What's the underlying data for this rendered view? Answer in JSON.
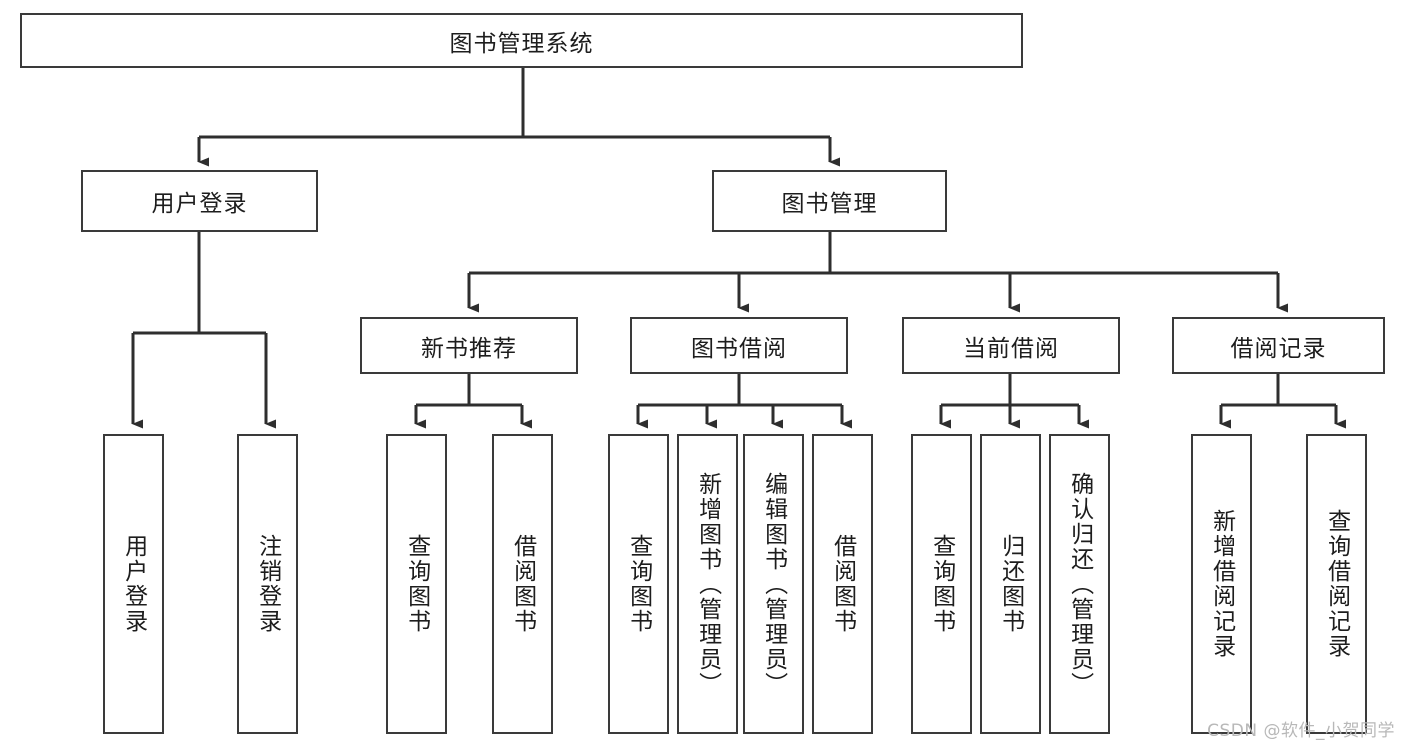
{
  "diagram": {
    "title": "图书管理系统",
    "type": "tree-hierarchy",
    "root": {
      "label": "图书管理系统"
    },
    "level2": [
      {
        "label": "用户登录"
      },
      {
        "label": "图书管理"
      }
    ],
    "level3": [
      {
        "label": "新书推荐"
      },
      {
        "label": "图书借阅"
      },
      {
        "label": "当前借阅"
      },
      {
        "label": "借阅记录"
      }
    ],
    "leaves": {
      "user_login": [
        {
          "label": "用户登录"
        },
        {
          "label": "注销登录"
        }
      ],
      "new_book_recommend": [
        {
          "label": "查询图书"
        },
        {
          "label": "借阅图书"
        }
      ],
      "book_borrow": [
        {
          "label": "查询图书"
        },
        {
          "label": "新增图书（管理员）"
        },
        {
          "label": "编辑图书（管理员）"
        },
        {
          "label": "借阅图书"
        }
      ],
      "current_borrow": [
        {
          "label": "查询图书"
        },
        {
          "label": "归还图书"
        },
        {
          "label": "确认归还（管理员）"
        }
      ],
      "borrow_record": [
        {
          "label": "新增借阅记录"
        },
        {
          "label": "查询借阅记录"
        }
      ]
    }
  },
  "watermark": {
    "text": "CSDN @软件_小贺同学"
  },
  "colors": {
    "stroke": "#3a3a3a",
    "text": "#1d1d1d",
    "background": "#ffffff",
    "watermark": "#b8b8b8"
  }
}
